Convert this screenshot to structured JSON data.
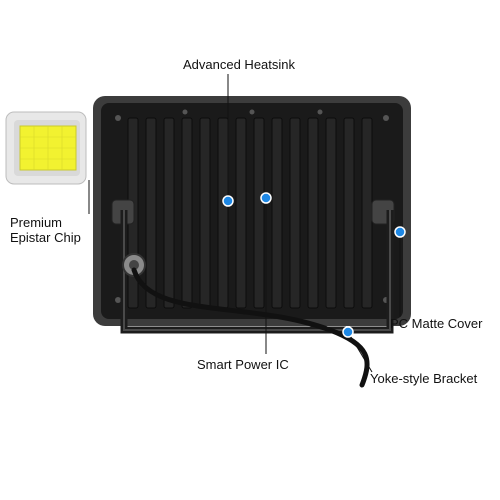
{
  "labels": {
    "heatsink": "Advanced Heatsink",
    "epistar_line1": "Premium",
    "epistar_line2": "Epistar Chip",
    "pc_cover": "PC Matte Cover",
    "power_ic": "Smart Power IC",
    "bracket": "Yoke-style Bracket"
  },
  "colors": {
    "callout_dot": "#1e88e5",
    "housing": "#1a1a1a",
    "frame": "#3c3c3c",
    "chip": "#f2f230",
    "chip_frame": "#d9d9d9"
  },
  "icons": [
    "led-chip-icon",
    "callout-dot-icon"
  ]
}
